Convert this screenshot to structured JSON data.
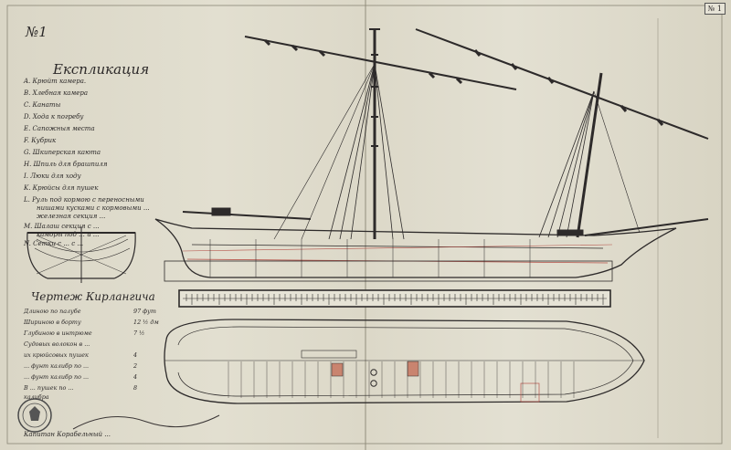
{
  "sheet_number": "№1",
  "corner_tag": "№ 1",
  "legend": {
    "title": "Експликация",
    "items": [
      "A. Крюйт камера.",
      "B. Хлебная камера",
      "C. Канаты",
      "D. Хода к погребу",
      "E. Сапожныя места",
      "F. Кубрик",
      "G. Шкиперская каюта",
      "H. Шпиль для брашпиля",
      "I. Люки для ходу",
      "K. Крюйсы для пушек",
      "L. Руль под кормою с переносными",
      "нишами кусками с кормовыми ...",
      "железная секция ...",
      "M. Шалаш секция с ...",
      "каморы под ... и ...",
      "N. Сетки с ... с ..."
    ]
  },
  "chart_title": "Чертеж Кирлангича",
  "dimensions": [
    {
      "label": "Длиною по палубе",
      "value": "97 фут"
    },
    {
      "label": "Шириною в борту",
      "value": "12 ½ дм"
    },
    {
      "label": "Глубиною в интрюме",
      "value": "7 ½"
    },
    {
      "label": "Судовых волокон в ...",
      "value": ""
    },
    {
      "label": "их крюйсовых пушек",
      "value": "4"
    },
    {
      "label": "... фунт калибр по ...",
      "value": "2"
    },
    {
      "label": "... фунт калибр по ...",
      "value": "4"
    },
    {
      "label": "В ... пушек по ...",
      "value": "8"
    },
    {
      "label": "калибра",
      "value": ""
    }
  ],
  "footer_signature": "Капитан Корабельный ...",
  "colors": {
    "ink": "#2d2a2a",
    "paper": "#dfdccd",
    "wash": "#b6534a"
  }
}
